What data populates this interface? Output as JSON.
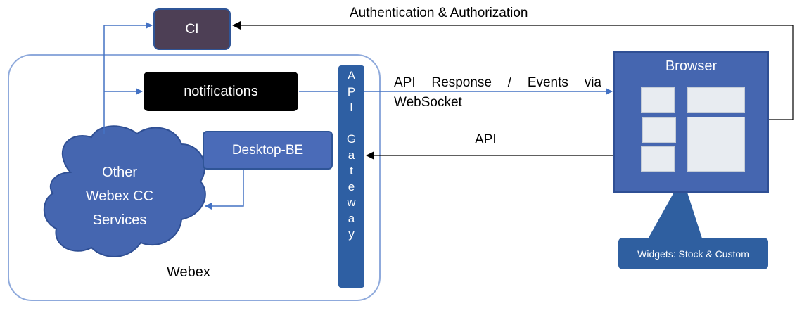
{
  "nodes": {
    "ci": "CI",
    "notifications": "notifications",
    "desktop_be": "Desktop-BE",
    "services": [
      "Other",
      "Webex CC",
      "Services"
    ],
    "api_gateway": [
      "A",
      "P",
      "I",
      "",
      "G",
      "a",
      "t",
      "e",
      "w",
      "a",
      "y"
    ],
    "browser": "Browser",
    "widgets": "Widgets:  Stock & Custom",
    "webex": "Webex"
  },
  "edges": {
    "auth": "Authentication & Authorization",
    "events_words": [
      "API",
      "Response",
      "/",
      "Events",
      "via"
    ],
    "events_line2": "WebSocket",
    "api": "API"
  },
  "colors": {
    "line": "#2e5fa3",
    "cloud_fill": "#4566b0",
    "container_border": "#8faadc",
    "ci_fill": "#4d3f55"
  }
}
